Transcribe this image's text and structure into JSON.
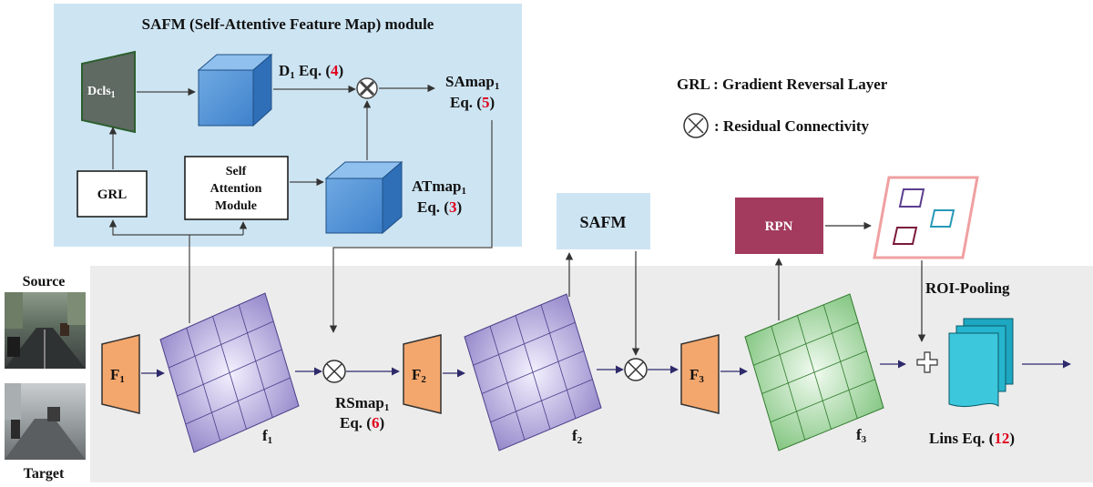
{
  "safm_panel": {
    "title": "SAFM (Self-Attentive Feature Map) module",
    "dcls_label": "Dcls",
    "dcls_sub": "1",
    "grl_label": "GRL",
    "self_attention_lines": [
      "Self",
      "Attention",
      "Module"
    ],
    "d1_label": "D",
    "d1_sub": "1",
    "d1_eq_text": " Eq. (",
    "d1_eq_num": "4",
    "d1_eq_close": ")",
    "samap_label": "SAmap",
    "samap_sub": "1",
    "samap_eq_text": "Eq. (",
    "samap_eq_num": "5",
    "samap_eq_close": ")",
    "atmap_label": "ATmap",
    "atmap_sub": "1",
    "atmap_eq_text": "Eq. (",
    "atmap_eq_num": "3",
    "atmap_eq_close": ")"
  },
  "legend": {
    "grl_definition": "GRL : Gradient Reversal Layer",
    "residual_definition": ": Residual Connectivity"
  },
  "inputs": {
    "source_label": "Source",
    "target_label": "Target"
  },
  "pipeline": {
    "f1_block": "F",
    "f1_block_sub": "1",
    "f1_map": "f",
    "f1_map_sub": "1",
    "rsmap_label": "RSmap",
    "rsmap_sub": "1",
    "rsmap_eq_text": "Eq. (",
    "rsmap_eq_num": "6",
    "rsmap_eq_close": ")",
    "f2_block": "F",
    "f2_block_sub": "2",
    "f2_map": "f",
    "f2_map_sub": "2",
    "safm_box": "SAFM",
    "f3_block": "F",
    "f3_block_sub": "3",
    "f3_map": "f",
    "f3_map_sub": "3",
    "rpn_label": "RPN",
    "roi_label": "ROI-Pooling",
    "lins_label": "Lins Eq. (",
    "lins_eq_num": "12",
    "lins_eq_close": ")"
  },
  "colors": {
    "safm_panel_bg": "#cde4f2",
    "pipeline_bg": "#ececec",
    "cube_blue": "#5b9bd5",
    "block_orange": "#f4a76d",
    "grid_purple": "#9b8fd0",
    "grid_green": "#8fcf8a",
    "rpn_fill": "#a23b5e",
    "proposal_border": "#f0a0a0",
    "doc_teal": "#22b3c8",
    "eq_red": "#e0001b"
  }
}
